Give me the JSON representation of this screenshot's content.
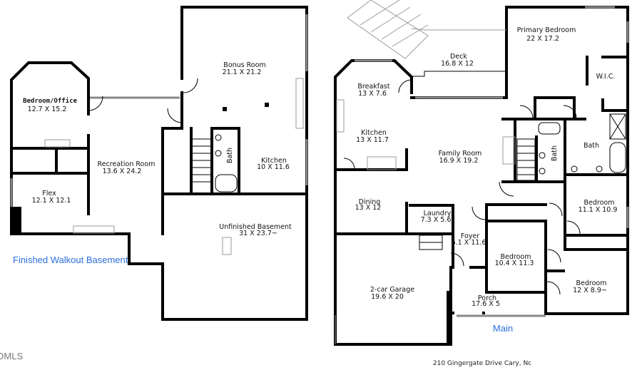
{
  "basement": {
    "caption": "Finished Walkout Basement",
    "rooms": [
      {
        "name": "Bedroom/Office",
        "size": "12.7 X 15.2"
      },
      {
        "name": "Recreation Room",
        "size": "13.6 X 24.2"
      },
      {
        "name": "Flex",
        "size": "12.1 X 12.1"
      },
      {
        "name": "Bonus Room",
        "size": "21.1 X 21.2"
      },
      {
        "name": "Bath",
        "size": ""
      },
      {
        "name": "Kitchen",
        "size": "10 X 11.6"
      },
      {
        "name": "Unfinished Basement",
        "size": "31 X 23.7~"
      }
    ]
  },
  "main": {
    "caption": "Main",
    "rooms": [
      {
        "name": "Primary Bedroom",
        "size": "22 X 17.2"
      },
      {
        "name": "Deck",
        "size": "16.8 X 12"
      },
      {
        "name": "Breakfast",
        "size": "13 X 7.6"
      },
      {
        "name": "W.I.C.",
        "size": ""
      },
      {
        "name": "Kitchen",
        "size": "13 X 11.7"
      },
      {
        "name": "Family Room",
        "size": "16.9 X 19.2"
      },
      {
        "name": "Bath",
        "size": ""
      },
      {
        "name": "Bath",
        "size": ""
      },
      {
        "name": "Dining",
        "size": "13 X 12"
      },
      {
        "name": "Laundry",
        "size": "7.3 X 5.6"
      },
      {
        "name": "Bedroom",
        "size": "11.1 X 10.9"
      },
      {
        "name": "Foyer",
        "size": "6.1 X 11.6"
      },
      {
        "name": "Bedroom",
        "size": "10.4 X 11.3"
      },
      {
        "name": "Bedroom",
        "size": "12 X 8.9~"
      },
      {
        "name": "2-car Garage",
        "size": "19.6 X 20"
      },
      {
        "name": "Porch",
        "size": "17.6 X 5"
      }
    ]
  },
  "address": "210 Gingergate Drive Cary, Nc",
  "watermark": "DMLS",
  "colors": {
    "caption": "#2a6fdb",
    "walls": "#000000"
  }
}
